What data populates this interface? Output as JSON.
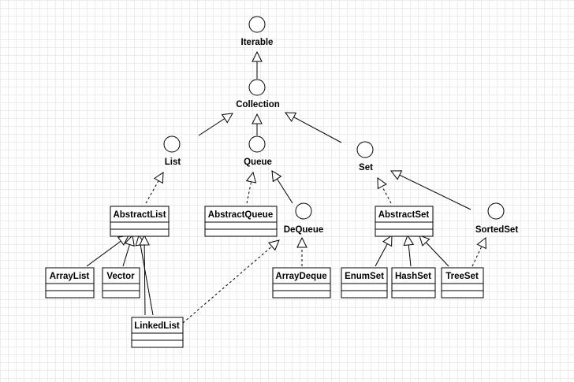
{
  "interfaces": {
    "iterable": "Iterable",
    "collection": "Collection",
    "list": "List",
    "queue": "Queue",
    "set": "Set",
    "dequeue": "DeQueue",
    "sortedset": "SortedSet"
  },
  "classes": {
    "abstractlist": "AbstractList",
    "abstractqueue": "AbstractQueue",
    "abstractset": "AbstractSet",
    "arraylist": "ArrayList",
    "vector": "Vector",
    "linkedlist": "LinkedList",
    "arraydeque": "ArrayDeque",
    "enumset": "EnumSet",
    "hashset": "HashSet",
    "treeset": "TreeSet"
  },
  "relations": [
    {
      "from": "collection",
      "to": "iterable",
      "kind": "extends"
    },
    {
      "from": "list",
      "to": "collection",
      "kind": "extends"
    },
    {
      "from": "queue",
      "to": "collection",
      "kind": "extends"
    },
    {
      "from": "set",
      "to": "collection",
      "kind": "extends"
    },
    {
      "from": "dequeue",
      "to": "queue",
      "kind": "extends"
    },
    {
      "from": "sortedset",
      "to": "set",
      "kind": "extends"
    },
    {
      "from": "abstractlist",
      "to": "list",
      "kind": "implements"
    },
    {
      "from": "abstractqueue",
      "to": "queue",
      "kind": "implements"
    },
    {
      "from": "abstractset",
      "to": "set",
      "kind": "implements"
    },
    {
      "from": "arraylist",
      "to": "abstractlist",
      "kind": "extends"
    },
    {
      "from": "vector",
      "to": "abstractlist",
      "kind": "extends"
    },
    {
      "from": "linkedlist",
      "to": "abstractlist",
      "kind": "extends"
    },
    {
      "from": "linkedlist",
      "to": "dequeue",
      "kind": "implements"
    },
    {
      "from": "arraydeque",
      "to": "dequeue",
      "kind": "implements"
    },
    {
      "from": "enumset",
      "to": "abstractset",
      "kind": "extends"
    },
    {
      "from": "hashset",
      "to": "abstractset",
      "kind": "extends"
    },
    {
      "from": "treeset",
      "to": "abstractset",
      "kind": "extends"
    },
    {
      "from": "treeset",
      "to": "sortedset",
      "kind": "implements"
    }
  ]
}
